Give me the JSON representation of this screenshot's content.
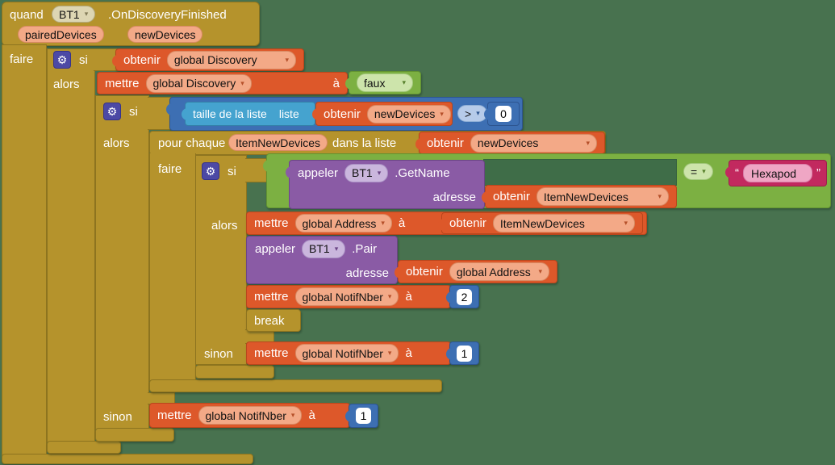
{
  "icons": {
    "dropdown_arrow": "▾",
    "mutator_gear": "⚙"
  },
  "colors": {
    "canvas": "#48724f",
    "event_gold": "#b5932c",
    "variables_orange": "#dd582a",
    "logic_green": "#7cb042",
    "math_blue": "#3d6fb3",
    "lists_lightblue": "#45a3cf",
    "component_purple": "#8a5ba5",
    "text_magenta": "#c2295f"
  },
  "event_block": {
    "kw_when": "quand",
    "component": "BT1",
    "event_name": ".OnDiscoveryFinished",
    "param_paired": "pairedDevices",
    "param_new": "newDevices",
    "kw_do": "faire"
  },
  "if1": {
    "kw_if": "si",
    "kw_then": "alors"
  },
  "if2": {
    "kw_if": "si",
    "kw_then": "alors",
    "kw_else": "sinon"
  },
  "if3": {
    "kw_if": "si",
    "kw_then": "alors",
    "kw_else": "sinon"
  },
  "get_discovery": {
    "kw": "obtenir",
    "var": "global Discovery"
  },
  "set_discovery": {
    "kw": "mettre",
    "var": "global Discovery",
    "kw_to": "à"
  },
  "false_block": {
    "value": "faux"
  },
  "length_block": {
    "label": "taille de la liste",
    "socket_label": "liste"
  },
  "get_newdevices_a": {
    "kw": "obtenir",
    "var": "newDevices"
  },
  "gt_block": {
    "op": ">"
  },
  "zero_block": {
    "value": "0"
  },
  "foreach_block": {
    "kw_for": "pour chaque",
    "item_var": "ItemNewDevices",
    "kw_in": "dans la liste",
    "kw_do": "faire"
  },
  "get_newdevices_b": {
    "kw": "obtenir",
    "var": "newDevices"
  },
  "call_getname": {
    "kw": "appeler",
    "component": "BT1",
    "method": ".GetName",
    "arg": "adresse"
  },
  "get_item_a": {
    "kw": "obtenir",
    "var": "ItemNewDevices"
  },
  "eq_block": {
    "op": "="
  },
  "text_block": {
    "quote_open": "“",
    "value": "Hexapod",
    "quote_close": "”"
  },
  "set_address": {
    "kw": "mettre",
    "var": "global Address",
    "kw_to": "à"
  },
  "get_item_b": {
    "kw": "obtenir",
    "var": "ItemNewDevices"
  },
  "call_pair": {
    "kw": "appeler",
    "component": "BT1",
    "method": ".Pair",
    "arg": "adresse"
  },
  "get_address": {
    "kw": "obtenir",
    "var": "global Address"
  },
  "set_notif_2": {
    "kw": "mettre",
    "var": "global NotifNber",
    "kw_to": "à",
    "value": "2"
  },
  "break_block": {
    "label": "break"
  },
  "set_notif_1_inner": {
    "kw": "mettre",
    "var": "global NotifNber",
    "kw_to": "à",
    "value": "1"
  },
  "set_notif_1_outer": {
    "kw": "mettre",
    "var": "global NotifNber",
    "kw_to": "à",
    "value": "1"
  }
}
